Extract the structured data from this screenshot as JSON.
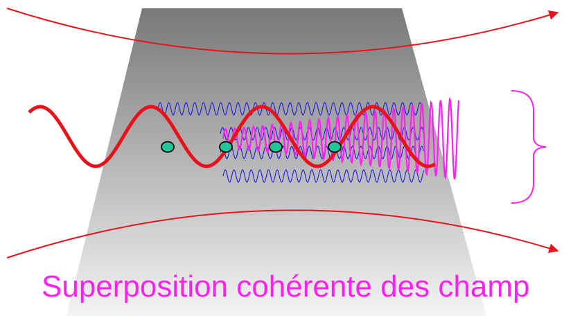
{
  "caption": "Superposition cohérente des champ",
  "colors": {
    "beam": "#e8121a",
    "harmonic": "#ff22ee",
    "fields": "#1a1ae0",
    "atoms": "#1fc79a",
    "brace": "#ff22ee",
    "trapezoid_top": "#787878",
    "trapezoid_bottom": "#f4f4f4"
  },
  "atom_count": 4,
  "field_wave_count": 4
}
